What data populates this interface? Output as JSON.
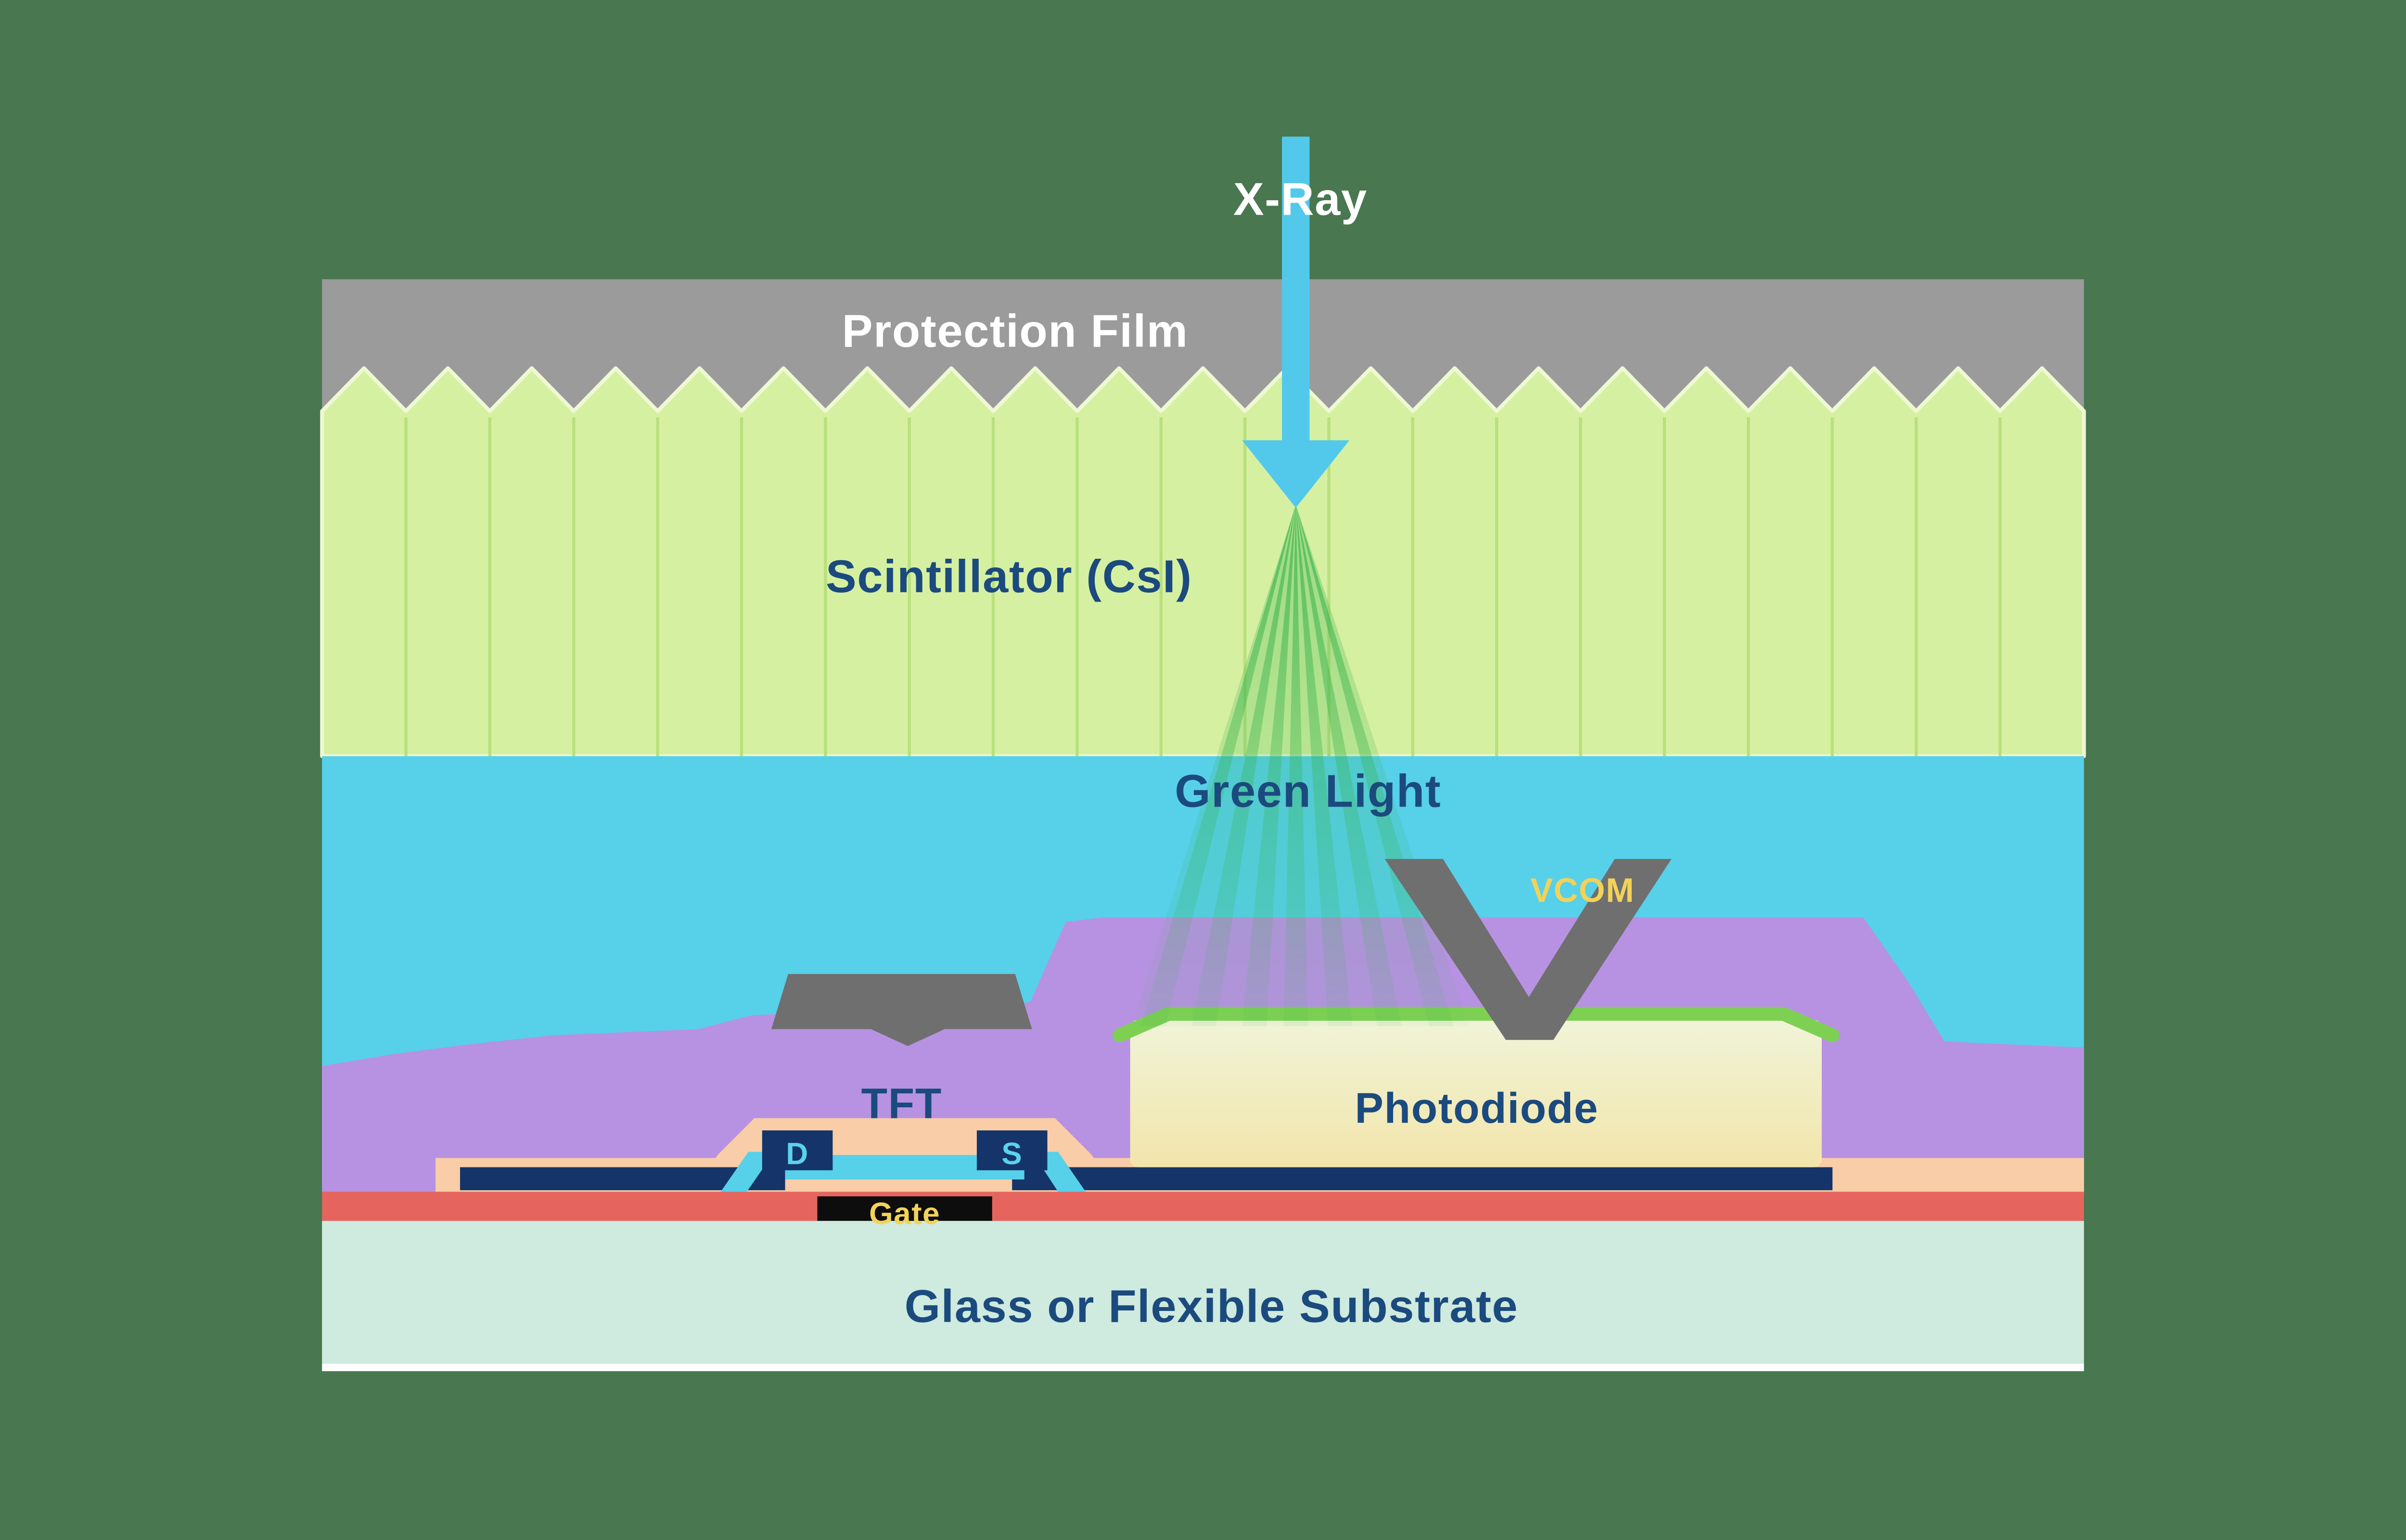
{
  "diagram": {
    "name": "X-ray flat panel detector cross-section",
    "labels": {
      "xray": "X-Ray",
      "protection_film": "Protection Film",
      "scintillator": "Scintillator (CsI)",
      "green_light": "Green Light",
      "vcom": "VCOM",
      "tft": "TFT",
      "drain": "D",
      "source": "S",
      "gate": "Gate",
      "photodiode": "Photodiode",
      "substrate": "Glass or Flexible Substrate"
    },
    "colors": {
      "background": "#487750",
      "protection_film": "#9b9b9b",
      "scintillator": "#d6f0a2",
      "scintillator_line": "#b9e07c",
      "scintillator_edge": "#eef8d4",
      "light_blue": "#57d0ea",
      "purple": "#b792e2",
      "dark_gray": "#6f6f6f",
      "photodiode_top": "#f0f4d8",
      "photodiode_bottom": "#f2e5ab",
      "photodiode_contact": "#7ed053",
      "green_light": "#35b24b",
      "passivation": "#f8cda7",
      "metal": "#14346a",
      "red_layer": "#e5655e",
      "substrate": "#cfeade",
      "gate_black": "#0d0d0d",
      "yellow": "#f2d258",
      "navy_text": "#1b4a7e",
      "cyan_text": "#5ad2ec",
      "arrow": "#52c9eb",
      "white": "#ffffff"
    }
  }
}
